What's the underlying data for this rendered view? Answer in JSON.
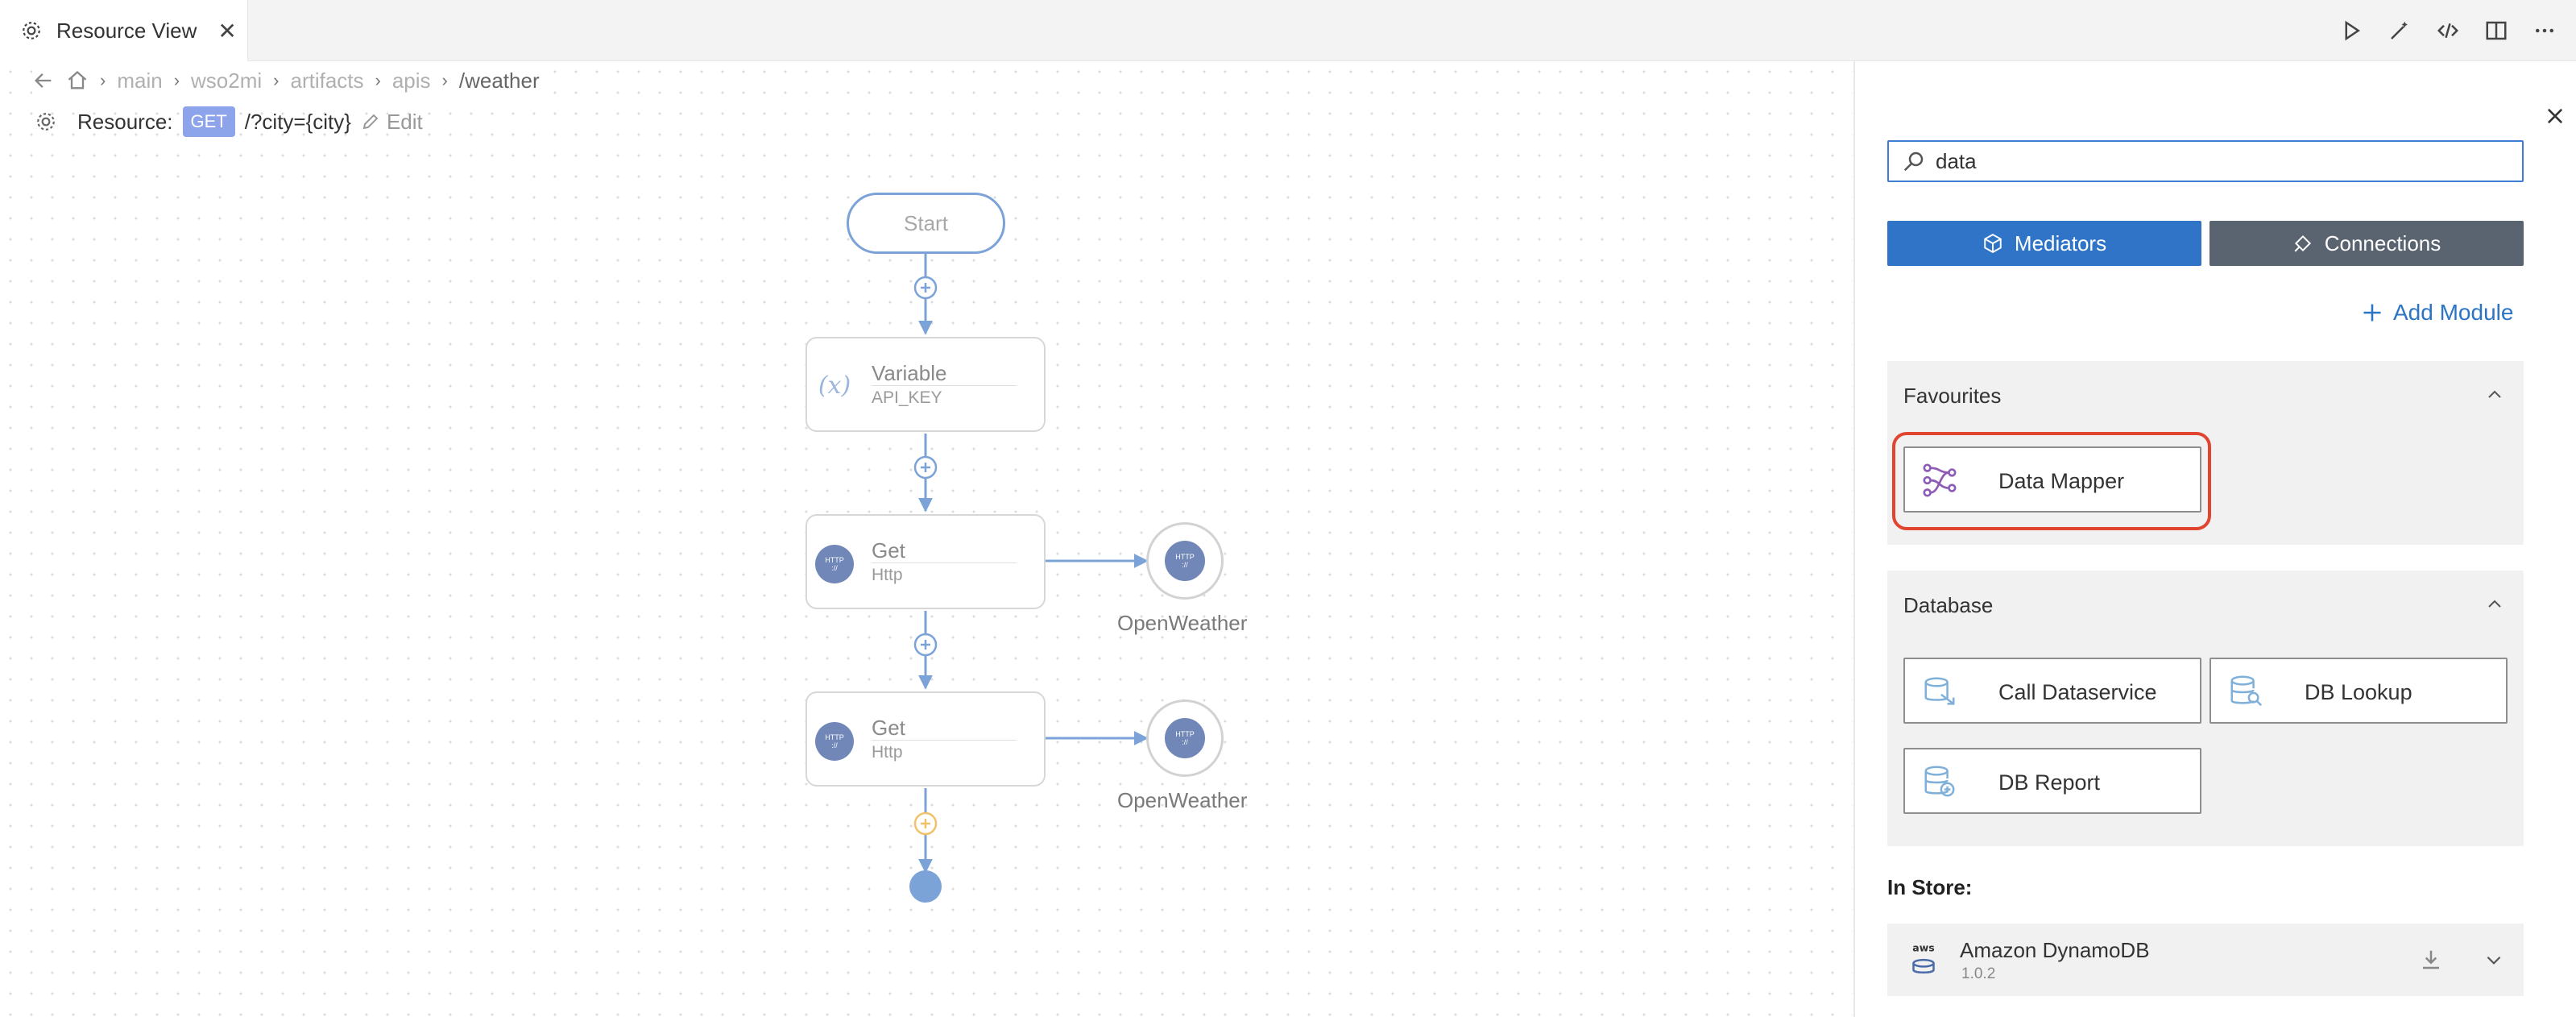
{
  "tab": {
    "title": "Resource View",
    "close": "✕"
  },
  "breadcrumb": {
    "items": [
      "main",
      "wso2mi",
      "artifacts",
      "apis"
    ],
    "current": "/weather"
  },
  "resource": {
    "label": "Resource:",
    "method": "GET",
    "path": "/?city={city}",
    "edit": "Edit"
  },
  "flow": {
    "start": "Start",
    "variable": {
      "title": "Variable",
      "sub": "API_KEY"
    },
    "get1": {
      "title": "Get",
      "sub": "Http"
    },
    "get2": {
      "title": "Get",
      "sub": "Http"
    },
    "http_icon_text": "HTTP",
    "conn1": "OpenWeather",
    "conn2": "OpenWeather"
  },
  "panel": {
    "search_value": "data",
    "mediators_label": "Mediators",
    "connections_label": "Connections",
    "add_module": "Add Module",
    "favourites": {
      "title": "Favourites",
      "items": [
        "Data Mapper"
      ]
    },
    "database": {
      "title": "Database",
      "items": [
        "Call Dataservice",
        "DB Lookup",
        "DB Report"
      ]
    },
    "in_store_label": "In Store:",
    "store_items": [
      {
        "name": "Amazon DynamoDB",
        "version": "1.0.2"
      }
    ]
  },
  "colors": {
    "accent": "#2f74c7",
    "secondary_button": "#5a6470",
    "highlight": "#e2452f",
    "edge": "#7ba3d8",
    "get_badge": "#8da3ea"
  }
}
